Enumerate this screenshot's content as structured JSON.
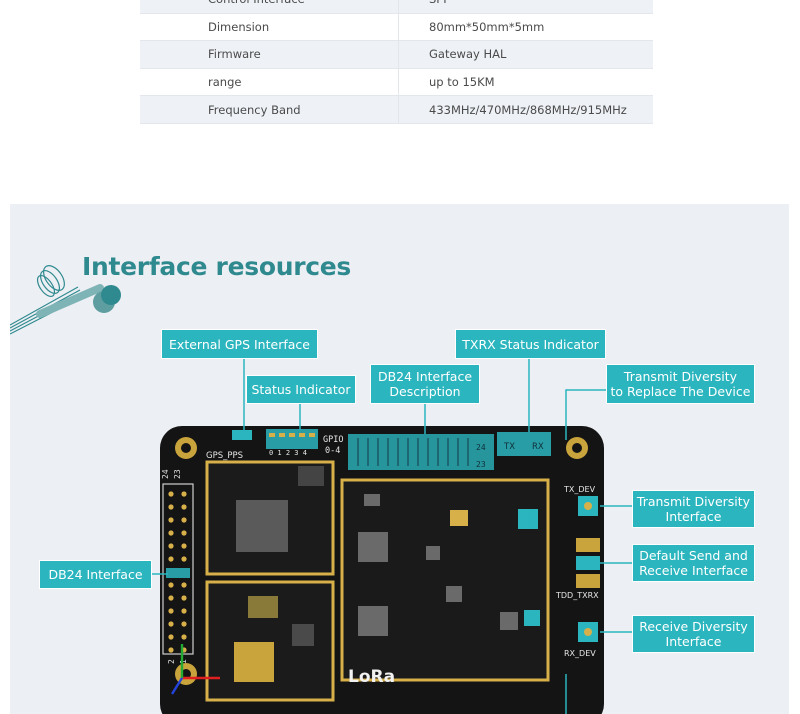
{
  "specs": [
    {
      "key": "Control Interface",
      "value": "SPI"
    },
    {
      "key": "Dimension",
      "value": "80mm*50mm*5mm"
    },
    {
      "key": "Firmware",
      "value": "Gateway HAL"
    },
    {
      "key": "range",
      "value": "up to 15KM"
    },
    {
      "key": "Frequency Band",
      "value": "433MHz/470MHz/868MHz/915MHz"
    }
  ],
  "section": {
    "title": "Interface resources"
  },
  "labels": {
    "external_gps": "External GPS Interface",
    "status_indicator": "Status Indicator",
    "db24_description": [
      "DB24 Interface",
      "Description"
    ],
    "txrx_status": "TXRX Status Indicator",
    "tx_diversity_replace": [
      "Transmit Diversity",
      "to Replace The Device"
    ],
    "tx_diversity_interface": [
      "Transmit Diversity",
      "Interface"
    ],
    "default_send_receive": [
      "Default Send and",
      "Receive Interface"
    ],
    "rx_diversity_interface": [
      "Receive Diversity",
      "Interface"
    ],
    "db24_interface": "DB24 Interface"
  },
  "silkscreen": {
    "gps_pps": "GPS_PPS",
    "gpio": "GPIO",
    "gpio_range": "0-4",
    "gpio_numbers": "0 1 2 3 4",
    "tx": "TX",
    "rx": "RX",
    "pin_24_top": "24",
    "pin_23_top": "23",
    "pin_24_side": "24",
    "pin_23_side": "23",
    "pin_2": "2",
    "pin_1": "1",
    "tx_dev": "TX_DEV",
    "tdd_txrx": "TDD_TXRX",
    "rx_dev": "RX_DEV",
    "logo": "LoRa"
  },
  "colors": {
    "accent": "#2bb5be",
    "title": "#2f8a8f",
    "board": "#141414",
    "gold": "#d8b04a"
  }
}
